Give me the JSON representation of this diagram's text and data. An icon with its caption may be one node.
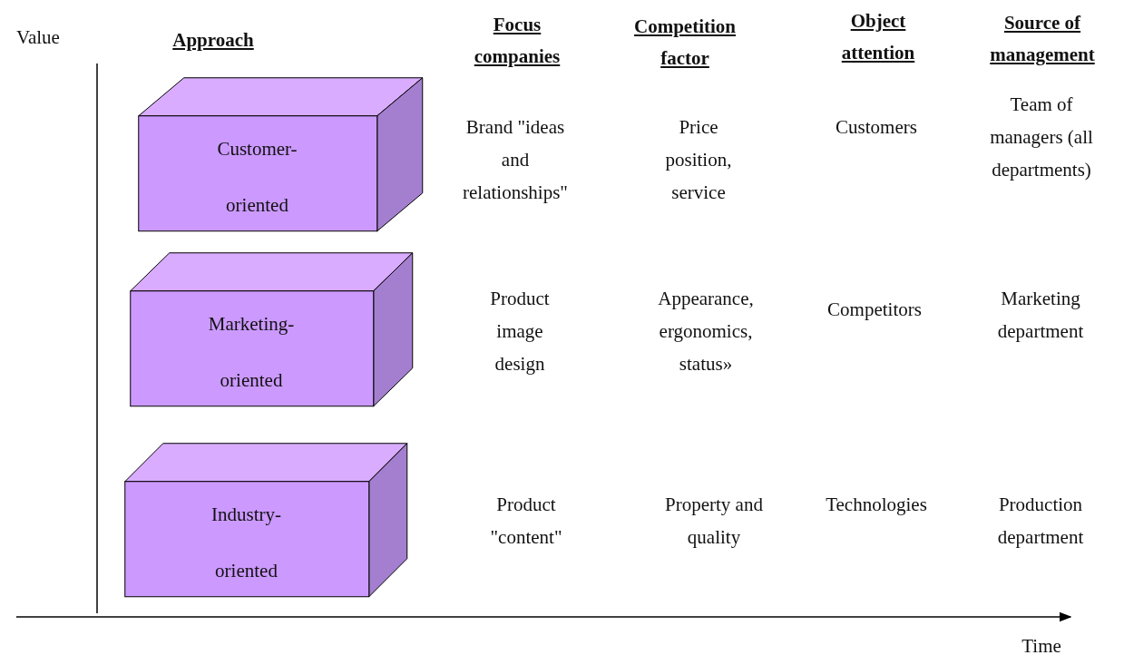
{
  "diagram": {
    "nodes": [
      {
        "text": [
          "Customer- oriented"
        ]
      },
      {
        "text": [
          "Marketing- oriented"
        ]
      },
      {
        "text": [
          "Industry- oriented"
        ]
      }
    ],
    "edges": [],
    "labels": [
      "Value",
      "Approach",
      "Focus companies",
      "Competition factor",
      "Object attention",
      "Source of management",
      "Brand \"ideas and relationships\"",
      "Price position, service",
      "Customers",
      "Team of managers (all departments)",
      "Product image design",
      "Appearance, ergonomics, status»",
      "Competitors",
      "Marketing department",
      "Product \"content\"",
      "Property and quality",
      "Technologies",
      "Production department",
      "Time"
    ]
  }
}
